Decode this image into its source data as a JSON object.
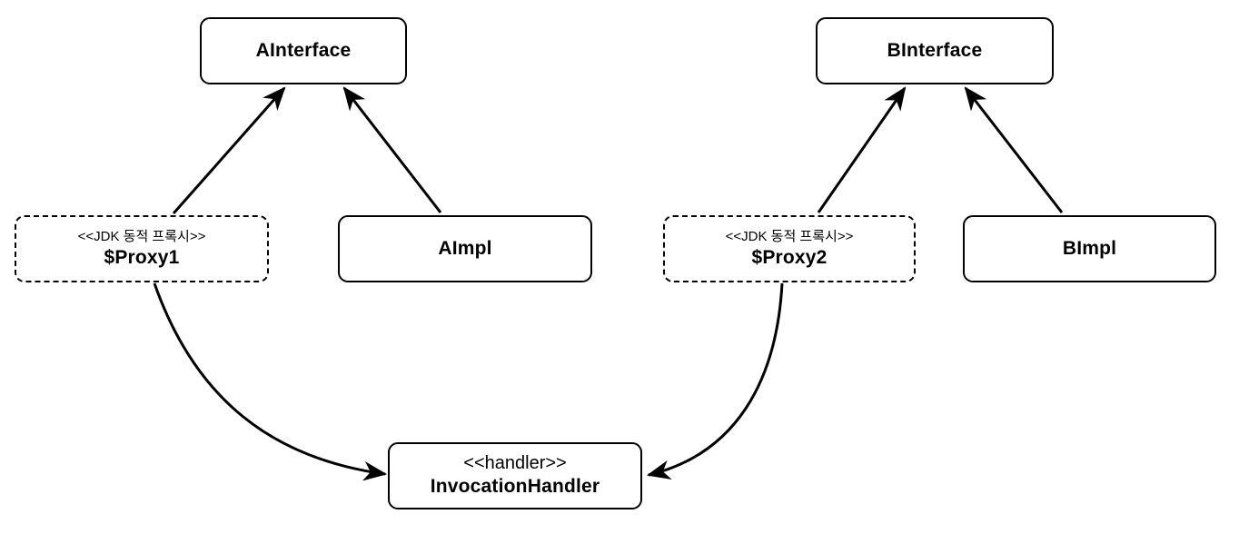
{
  "nodes": {
    "a_interface": {
      "title": "AInterface"
    },
    "a_impl": {
      "title": "AImpl"
    },
    "proxy1": {
      "stereotype": "<<JDK 동적 프록시>>",
      "title": "$Proxy1"
    },
    "b_interface": {
      "title": "BInterface"
    },
    "b_impl": {
      "title": "BImpl"
    },
    "proxy2": {
      "stereotype": "<<JDK 동적 프록시>>",
      "title": "$Proxy2"
    },
    "handler": {
      "stereotype": "<<handler>>",
      "title": "InvocationHandler"
    }
  },
  "edges": [
    {
      "from": "proxy1",
      "to": "a_interface",
      "kind": "realization"
    },
    {
      "from": "a_impl",
      "to": "a_interface",
      "kind": "realization"
    },
    {
      "from": "proxy2",
      "to": "b_interface",
      "kind": "realization"
    },
    {
      "from": "b_impl",
      "to": "b_interface",
      "kind": "realization"
    },
    {
      "from": "proxy1",
      "to": "handler",
      "kind": "association"
    },
    {
      "from": "proxy2",
      "to": "handler",
      "kind": "association"
    }
  ]
}
